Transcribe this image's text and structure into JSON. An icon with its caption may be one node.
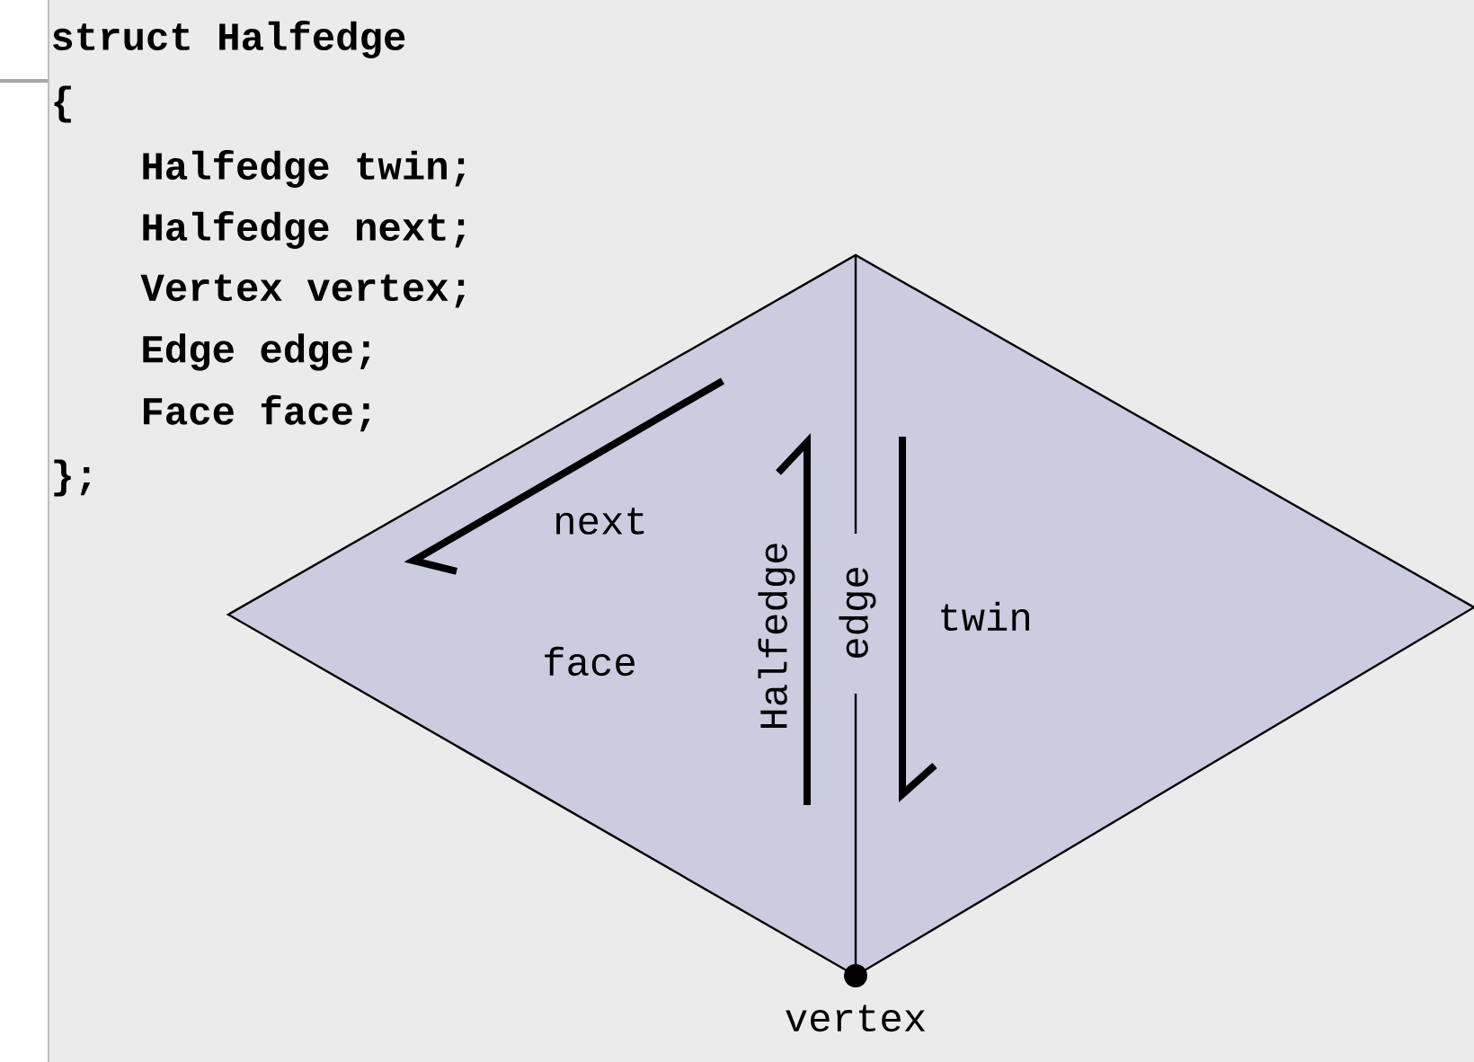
{
  "diagram": {
    "nodes": [
      {
        "text": [],
        "shape": "circle",
        "beside": [
          "vertex"
        ]
      }
    ],
    "edges": [],
    "labels": [
      "struct Halfedge",
      "{",
      "Halfedge twin;",
      "Halfedge next;",
      "Vertex vertex;",
      "Edge edge;",
      "Face face;",
      "};",
      "next",
      "face",
      "Halfedge",
      "edge",
      "twin"
    ]
  }
}
